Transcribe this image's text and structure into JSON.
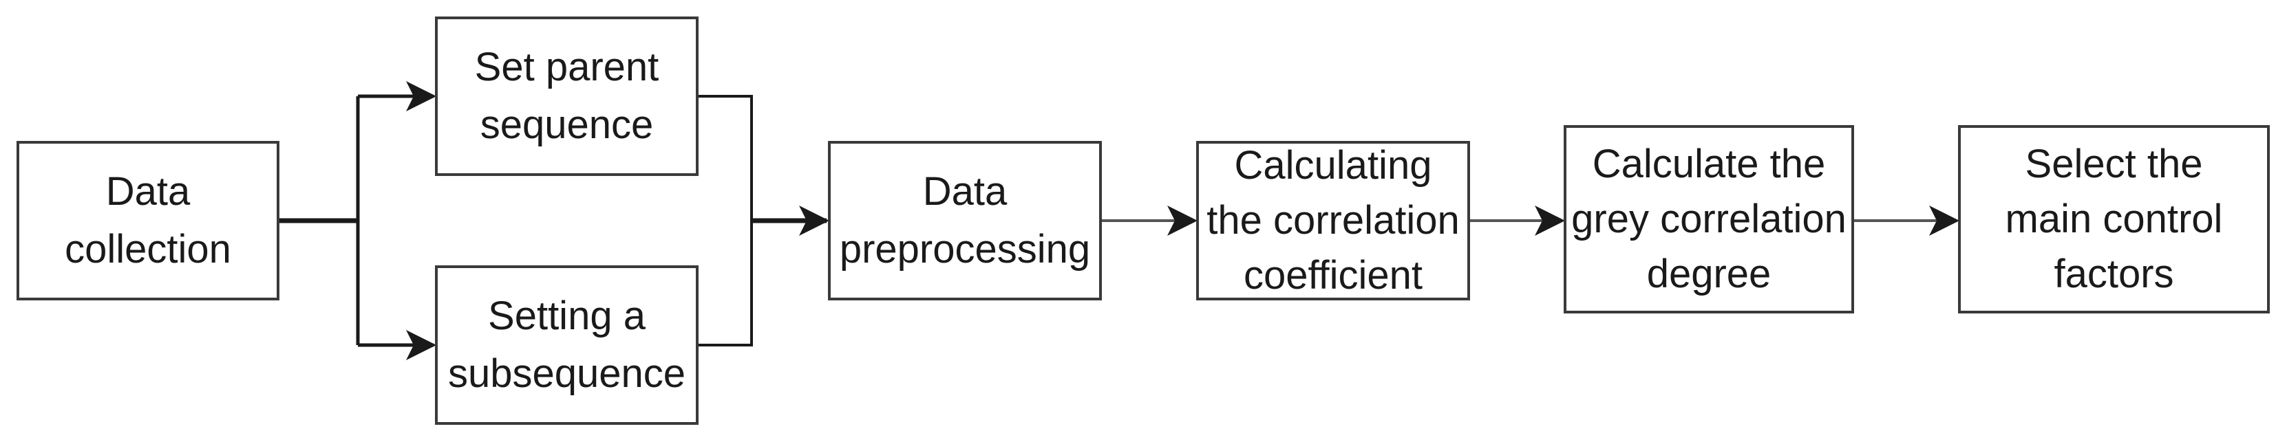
{
  "diagram": {
    "nodes": [
      {
        "id": "data-collection",
        "label": "Data\ncollection"
      },
      {
        "id": "set-parent-sequence",
        "label": "Set parent\nsequence"
      },
      {
        "id": "setting-subsequence",
        "label": "Setting a\nsubsequence"
      },
      {
        "id": "data-preprocessing",
        "label": "Data\npreprocessing"
      },
      {
        "id": "correlation-coefficient",
        "label": "Calculating\nthe correlation\ncoefficient"
      },
      {
        "id": "grey-correlation-degree",
        "label": "Calculate the\ngrey correlation\ndegree"
      },
      {
        "id": "main-control-factors",
        "label": "Select the\nmain control\nfactors"
      }
    ],
    "edges": [
      {
        "from": "data-collection",
        "to": "set-parent-sequence"
      },
      {
        "from": "data-collection",
        "to": "setting-subsequence"
      },
      {
        "from": "set-parent-sequence",
        "to": "data-preprocessing"
      },
      {
        "from": "setting-subsequence",
        "to": "data-preprocessing"
      },
      {
        "from": "data-preprocessing",
        "to": "correlation-coefficient"
      },
      {
        "from": "correlation-coefficient",
        "to": "grey-correlation-degree"
      },
      {
        "from": "grey-correlation-degree",
        "to": "main-control-factors"
      }
    ],
    "colors": {
      "box_border": "#3a3a3a",
      "connector": "#1a1a1a",
      "text": "#1a1a1a",
      "background": "#ffffff"
    }
  }
}
